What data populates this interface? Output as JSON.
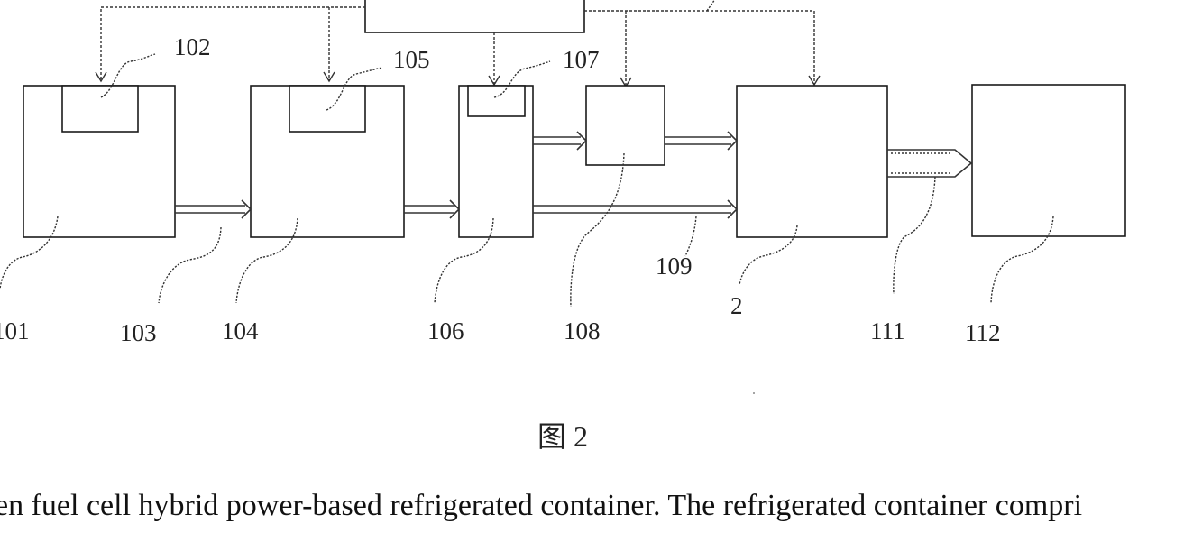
{
  "labels": {
    "l101": "101",
    "l102": "102",
    "l103": "103",
    "l104": "104",
    "l105": "105",
    "l106": "106",
    "l107": "107",
    "l108": "108",
    "l109": "109",
    "l2": "2",
    "l111": "111",
    "l112": "112"
  },
  "caption": "图 2",
  "body_text": "en fuel cell hybrid power-based refrigerated container. The refrigerated container compri"
}
